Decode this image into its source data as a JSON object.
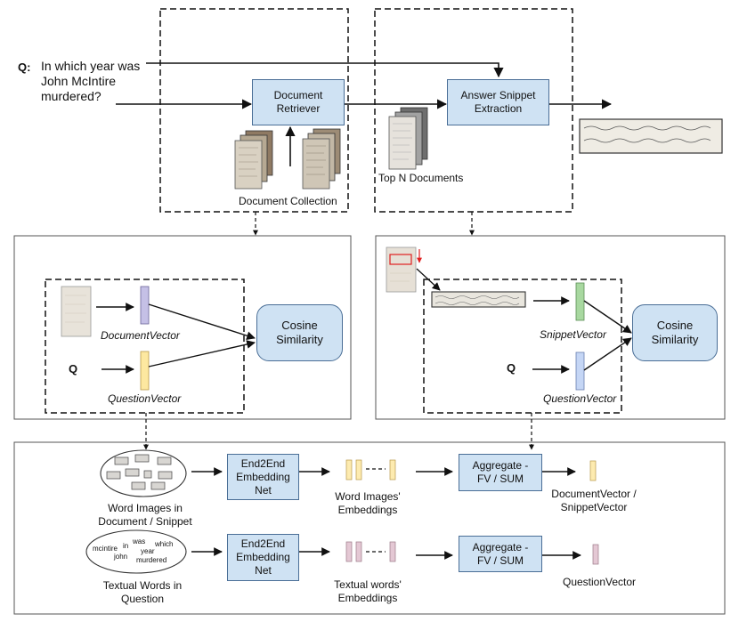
{
  "question": {
    "q_marker": "Q:",
    "line1": "In which year was",
    "line2": "John McIntire",
    "line3": "murdered?"
  },
  "top": {
    "document_retriever": {
      "line1": "Document",
      "line2": "Retriever"
    },
    "answer_snippet": {
      "line1": "Answer Snippet",
      "line2": "Extraction"
    },
    "document_collection": "Document Collection",
    "top_n_documents": "Top N Documents"
  },
  "left_panel": {
    "document_vector": "DocumentVector",
    "question_vector": "QuestionVector",
    "q_marker": "Q",
    "cosine": {
      "line1": "Cosine",
      "line2": "Similarity"
    }
  },
  "right_panel": {
    "snippet_vector": "SnippetVector",
    "question_vector": "QuestionVector",
    "q_marker": "Q",
    "cosine": {
      "line1": "Cosine",
      "line2": "Similarity"
    }
  },
  "bottom": {
    "row1": {
      "input_label": {
        "line1": "Word Images in",
        "line2": "Document / Snippet"
      },
      "net": {
        "line1": "End2End",
        "line2": "Embedding",
        "line3": "Net"
      },
      "emb_label": {
        "line1": "Word Images'",
        "line2": "Embeddings"
      },
      "agg": {
        "line1": "Aggregate -",
        "line2": "FV / SUM"
      },
      "out_label": {
        "line1": "DocumentVector /",
        "line2": "SnippetVector"
      }
    },
    "row2": {
      "input_label": {
        "line1": "Textual Words in",
        "line2": "Question"
      },
      "words": [
        "mcintire",
        "in",
        "was",
        "which",
        "john",
        "year",
        "murdered"
      ],
      "net": {
        "line1": "End2End",
        "line2": "Embedding",
        "line3": "Net"
      },
      "emb_label": {
        "line1": "Textual words'",
        "line2": "Embeddings"
      },
      "agg": {
        "line1": "Aggregate -",
        "line2": "FV / SUM"
      },
      "out_label": "QuestionVector"
    }
  },
  "colors": {
    "box_fill": "#cfe2f3",
    "box_border": "#4a6e96",
    "document_vector": "#c5c0e6",
    "question_vector": "#fde8a0",
    "snippet_vector": "#a8d8a0",
    "question_vector_right": "#c5d6f5",
    "word_embedding": "#fdebb0",
    "text_embedding": "#e4c8d4",
    "highlight_red": "#e02020"
  }
}
